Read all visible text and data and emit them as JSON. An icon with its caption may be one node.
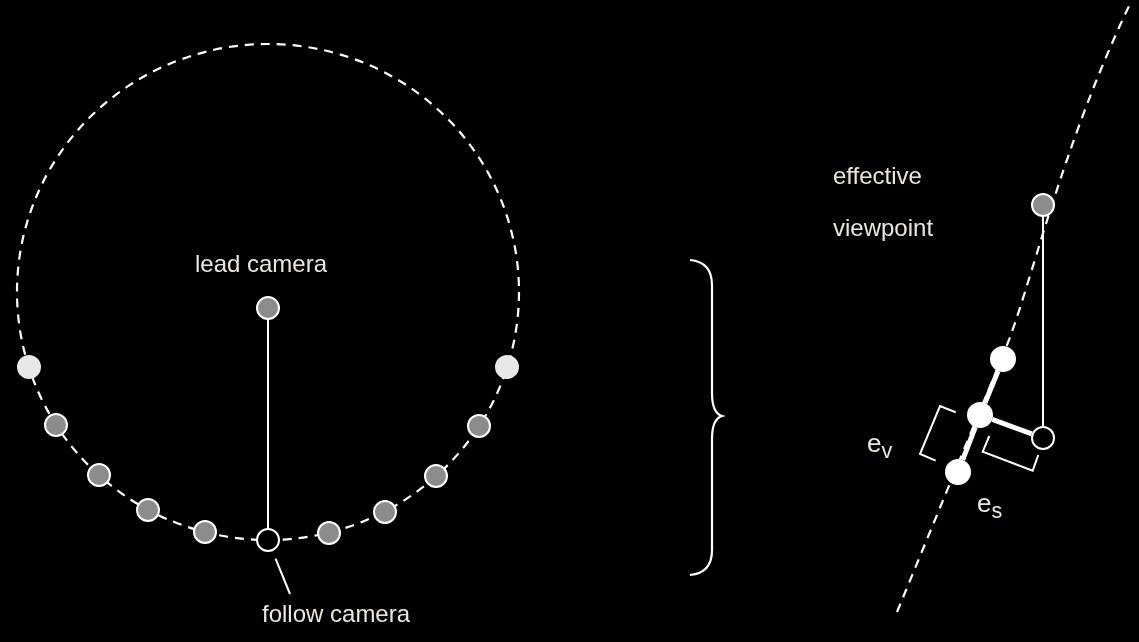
{
  "diagram": {
    "nodes": [
      {
        "text": [],
        "shape": "circle",
        "beside": [
          "lead camera"
        ]
      },
      {
        "text": [],
        "shape": "circle"
      },
      {
        "text": [],
        "shape": "circle"
      },
      {
        "text": [],
        "shape": "circle"
      },
      {
        "text": [],
        "shape": "circle"
      },
      {
        "text": [],
        "shape": "circle"
      },
      {
        "text": [],
        "shape": "circle"
      },
      {
        "text": [],
        "shape": "circle"
      },
      {
        "text": [],
        "shape": "circle"
      },
      {
        "text": [],
        "shape": "circle"
      },
      {
        "text": [],
        "shape": "circle"
      },
      {
        "text": [],
        "shape": "circle"
      },
      {
        "text": [
          "follow camera"
        ]
      },
      {
        "text": [],
        "shape": "circle"
      },
      {
        "text": [],
        "shape": "circle"
      },
      {
        "text": [],
        "shape": "circle"
      },
      {
        "text": [],
        "shape": "circle"
      },
      {
        "text": [],
        "shape": "circle"
      }
    ],
    "edges": [
      {
        "from": 0,
        "to": 6,
        "arrow": "none"
      },
      {
        "from": 12,
        "to": 6,
        "arrow": "none"
      },
      {
        "from": 13,
        "to": 16,
        "arrow": "none"
      },
      {
        "from": 14,
        "to": 15,
        "arrow": "none",
        "style": "thick"
      },
      {
        "from": 15,
        "to": 17,
        "arrow": "none",
        "style": "thick"
      },
      {
        "from": 15,
        "to": 16,
        "arrow": "none",
        "style": "thick"
      }
    ],
    "labels": [
      "effective viewpoint",
      "e$_{v}$",
      "e$_{s}$"
    ]
  }
}
